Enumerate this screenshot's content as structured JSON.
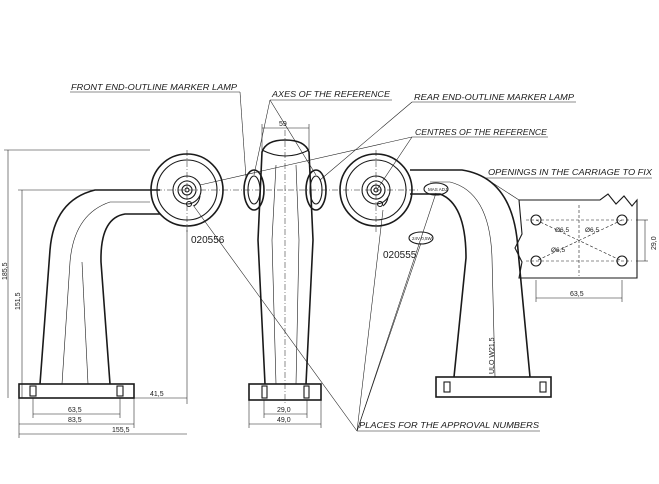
{
  "callouts": {
    "front_lamp": "FRONT END-OUTLINE MARKER LAMP",
    "axes": "AXES OF THE REFERENCE",
    "rear_lamp": "REAR END-OUTLINE MARKER LAMP",
    "centres": "CENTRES OF THE REFERENCE",
    "openings": "OPENINGS IN THE CARRIAGE TO FIX",
    "approval": "PLACES FOR THE APPROVAL NUMBERS"
  },
  "part_numbers": {
    "front": "020556",
    "rear": "020555"
  },
  "labels": {
    "uv_marking": "ULO W21,5",
    "badge_top": "MAS ADJ",
    "badge_bottom": "24V 0,5W"
  },
  "dimensions": {
    "center_width": "59",
    "total_height": "185,5",
    "arm_height": "151,5",
    "offset": "41,5",
    "base_inner": "63,5",
    "base_outer": "83,5",
    "total_width": "155,5",
    "center_base_inner": "29,0",
    "center_base_outer": "49,0",
    "hole_diam_1": "Ø6,5",
    "hole_diam_2": "Ø6,5",
    "hole_diam_3": "Ø6,5",
    "fix_height": "29,0",
    "fix_width": "63,5"
  }
}
